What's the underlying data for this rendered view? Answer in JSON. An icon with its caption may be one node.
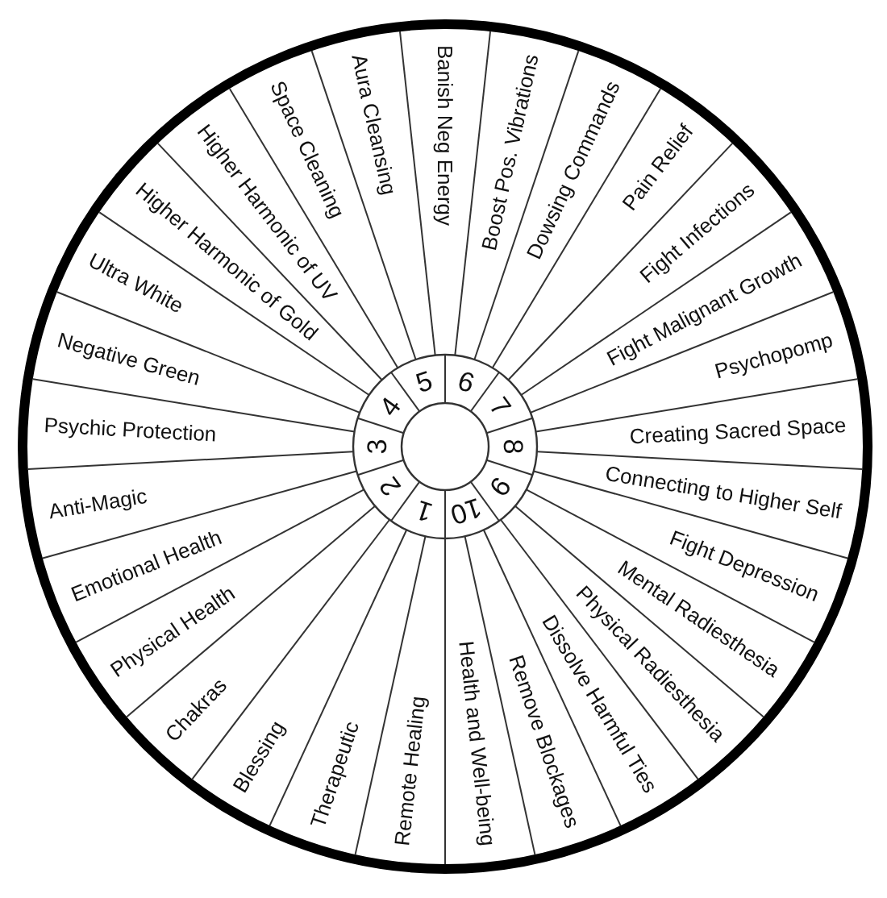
{
  "diagram": {
    "nodes": [
      {
        "text": [
          "Banish Neg Energy"
        ]
      },
      {
        "text": [
          "Boost Pos. Vibrations"
        ]
      },
      {
        "text": [
          "Dowsing Commands"
        ]
      },
      {
        "text": [
          "Pain Relief"
        ]
      },
      {
        "text": [
          "Fight Infections"
        ]
      },
      {
        "text": [
          "Fight Malignant Growth"
        ]
      },
      {
        "text": [
          "Psychopomp"
        ]
      },
      {
        "text": [
          "Creating Sacred Space"
        ]
      },
      {
        "text": [
          "Connecting to Higher Self"
        ]
      },
      {
        "text": [
          "Fight Depression"
        ]
      },
      {
        "text": [
          "Mental Radiesthesia"
        ]
      },
      {
        "text": [
          "Physical Radiesthesia"
        ]
      },
      {
        "text": [
          "Dissolve Harmful Ties"
        ]
      },
      {
        "text": [
          "Remove Blockages"
        ]
      },
      {
        "text": [
          "Health and Well-being"
        ]
      },
      {
        "text": [
          "Remote Healing"
        ]
      },
      {
        "text": [
          "Therapeutic"
        ]
      },
      {
        "text": [
          "Blessing"
        ]
      },
      {
        "text": [
          "Chakras"
        ]
      },
      {
        "text": [
          "Physical Health"
        ]
      },
      {
        "text": [
          "Emotional Health"
        ]
      },
      {
        "text": [
          "Anti-Magic"
        ]
      },
      {
        "text": [
          "Psychic Protection"
        ]
      },
      {
        "text": [
          "Negative Green"
        ]
      },
      {
        "text": [
          "Ultra White"
        ]
      },
      {
        "text": [
          "Higher Harmonic of Gold"
        ]
      },
      {
        "text": [
          "Higher Harmonic of UV"
        ]
      },
      {
        "text": [
          "Space Cleaning"
        ]
      },
      {
        "text": [
          "Aura Cleansing"
        ]
      },
      {
        "text": [
          "1"
        ]
      },
      {
        "text": [
          "2"
        ]
      },
      {
        "text": [
          "3"
        ]
      },
      {
        "text": [
          "4"
        ]
      },
      {
        "text": [
          "5"
        ]
      },
      {
        "text": [
          "6"
        ]
      },
      {
        "text": [
          "7"
        ]
      },
      {
        "text": [
          "8"
        ]
      },
      {
        "text": [
          "9"
        ]
      },
      {
        "text": [
          "10"
        ]
      }
    ]
  }
}
